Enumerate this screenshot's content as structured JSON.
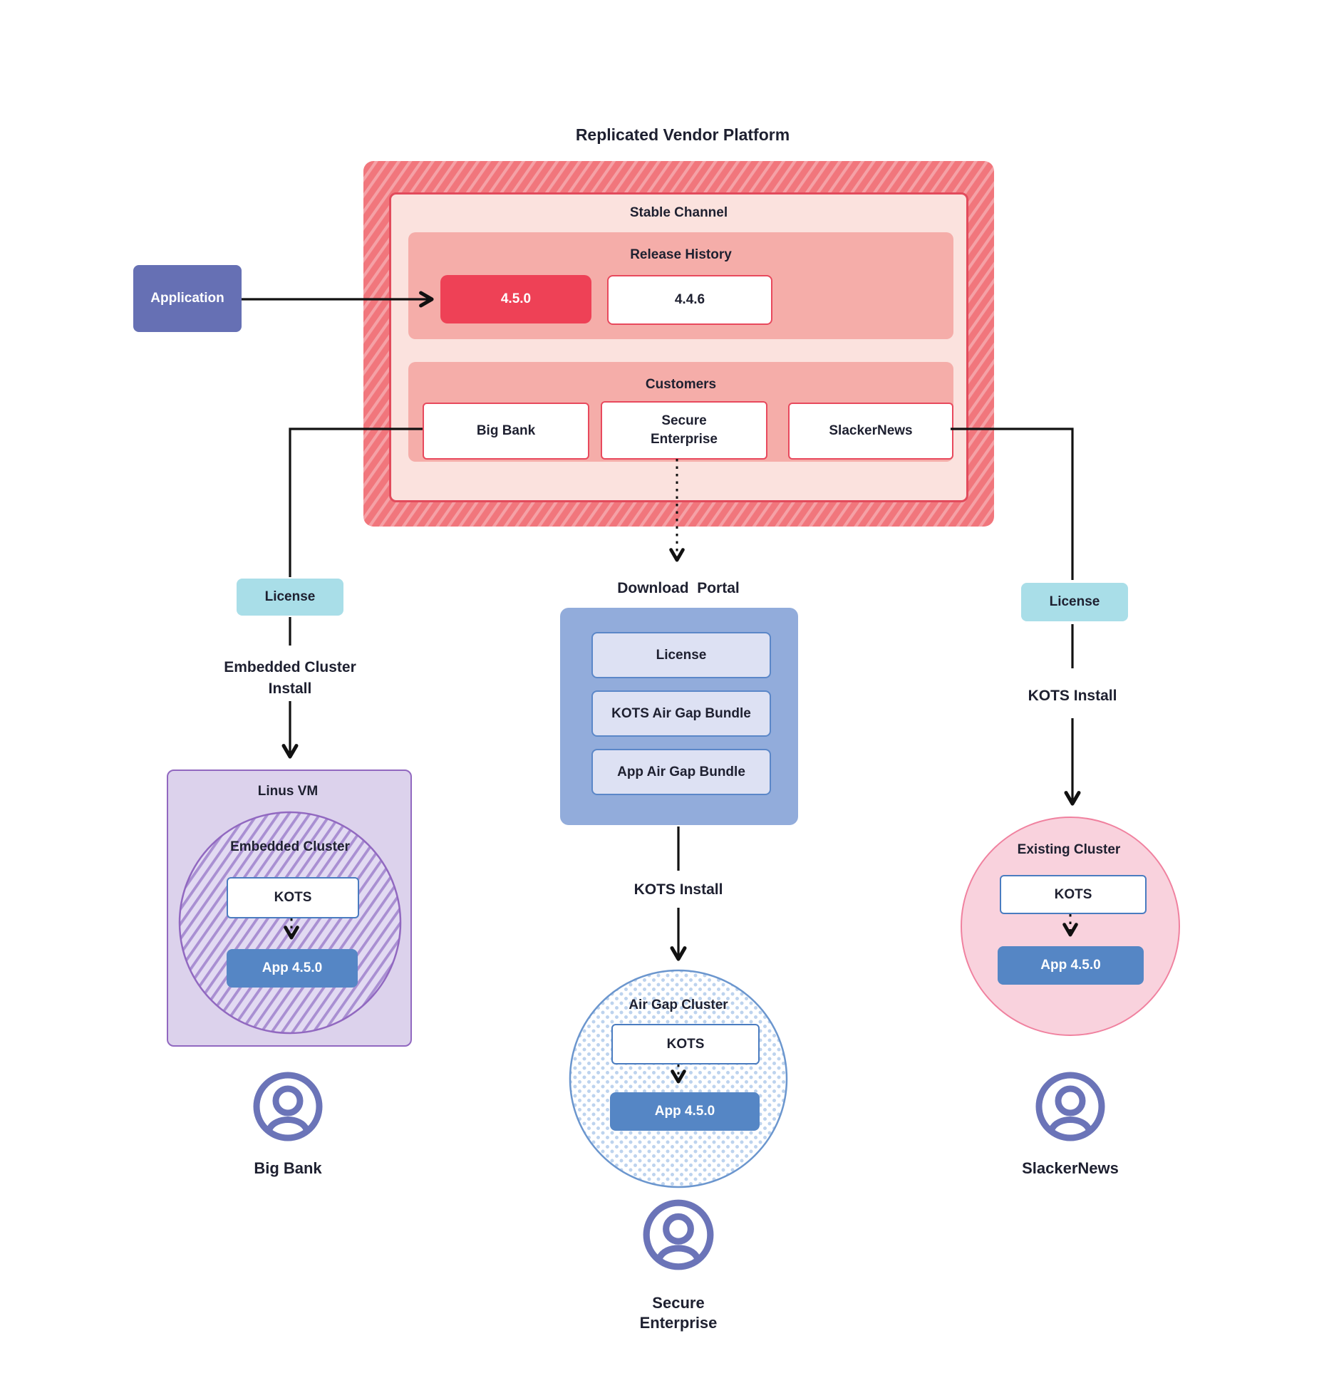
{
  "title": "Replicated Vendor Platform",
  "platform": {
    "stable_channel_label": "Stable Channel",
    "release_history_label": "Release History",
    "release_current": "4.5.0",
    "release_previous": "4.4.6",
    "customers_label": "Customers",
    "customer_big_bank": "Big Bank",
    "customer_secure_enterprise": "Secure Enterprise",
    "customer_slackernews": "SlackerNews"
  },
  "application_label": "Application",
  "left_flow": {
    "license_label": "License",
    "install_line1": "Embedded Cluster",
    "install_line2": "Install",
    "vm_label": "Linus VM",
    "cluster_label": "Embedded Cluster",
    "kots_label": "KOTS",
    "app_label": "App 4.5.0",
    "user_label": "Big Bank"
  },
  "middle_flow": {
    "portal_label": "Download  Portal",
    "portal_items": [
      "License",
      "KOTS Air Gap Bundle",
      "App Air Gap Bundle"
    ],
    "install_label": "KOTS Install",
    "cluster_label": "Air Gap Cluster",
    "kots_label": "KOTS",
    "app_label": "App 4.5.0",
    "user_line1": "Secure",
    "user_line2": "Enterprise"
  },
  "right_flow": {
    "license_label": "License",
    "install_label": "KOTS Install",
    "cluster_label": "Existing Cluster",
    "kots_label": "KOTS",
    "app_label": "App 4.5.0",
    "user_label": "SlackerNews"
  },
  "colors": {
    "hatch_red_dark": "#f1767c",
    "hatch_red_light": "#f5a1a6",
    "stable_fill": "#fbe2de",
    "stable_border": "#e24b5c",
    "section_salmon": "#f5ada9",
    "release_current_fill": "#ee4156",
    "red_box_border": "#e8495d",
    "application_purple": "#6670b4",
    "license_teal": "#a9dee8",
    "portal_blue": "#92acdb",
    "portal_item_fill": "#dde1f3",
    "portal_item_border": "#5b87c8",
    "kots_border": "#4a7cc0",
    "app_blue": "#5586c5",
    "vm_purple_fill": "#dcd2ec",
    "vm_purple_border": "#9168c0",
    "purple_hatch_line": "#a98fd2",
    "airgap_dot": "#bdd3ee",
    "airgap_border": "#6b96ce",
    "existing_pink_fill": "#f9d2dd",
    "existing_pink_border": "#f0819f",
    "user_icon_purple": "#6b74b8",
    "connector_black": "#111111"
  }
}
